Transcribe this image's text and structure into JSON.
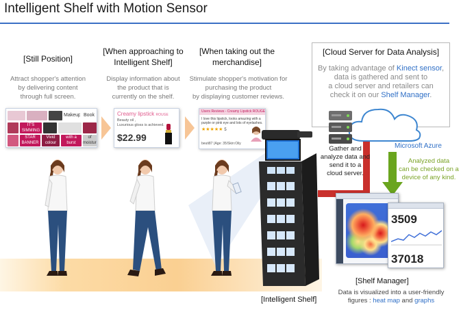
{
  "title": "Intelligent Shelf with Motion Sensor",
  "stages": [
    {
      "heading_lines": [
        "[Still Position]"
      ],
      "description_lines": [
        "Attract shopper's attention",
        "by delivering content",
        "through full screen."
      ]
    },
    {
      "heading_lines": [
        "[When approaching to",
        "Intelligent Shelf]"
      ],
      "description_lines": [
        "Display information about",
        "the product  that is",
        "currently on the shelf."
      ]
    },
    {
      "heading_lines": [
        "[When taking out the",
        "merchandise]"
      ],
      "description_lines": [
        "Stimulate shopper's motivation for",
        "purchasing the product",
        "by displaying customer reviews."
      ]
    }
  ],
  "screen1": {
    "tiles": [
      "IT'S SIMMING",
      "Makeup",
      "Book",
      "STAR BANNER",
      "with a burst",
      "Vivid colour",
      "of moisture"
    ]
  },
  "screen2": {
    "product": "Creamy lipstick",
    "brand": "ROUGE",
    "lines": [
      "Beauty oil ,",
      "Luxurious gloss is achieved."
    ],
    "price": "$22.99"
  },
  "screen3": {
    "header": "Users Reviews - Creamy Lipstick ROUGE",
    "lines": [
      "I love this lipstick, looks amazing with a",
      "purple or pink eye and lots of eyelashes."
    ],
    "stars": "★★★★★",
    "score": "5",
    "reviewer": "beuti87 (Age: 35/Skin:Oily"
  },
  "cloud": {
    "heading": "[Cloud Server for Data Analysis]",
    "line1_pre": "By taking advantage of ",
    "line1_link": "Kinect sensor",
    "line1_post": ",",
    "line2": "data is gathered and sent to",
    "line3": "a cloud server and retailers can",
    "line4_pre": "check it on our ",
    "line4_link": "Shelf Manager",
    "line4_post": "."
  },
  "gather_lines": [
    "Gather and",
    "analyze data and",
    "send it to a",
    "cloud server."
  ],
  "azure_label": "Microsoft Azure",
  "analyzed_lines": [
    "Analyzed data",
    "can be checked on a",
    "device of any kind."
  ],
  "dashboard": {
    "value1": "3509",
    "value2": "37018"
  },
  "shelf_manager_caption": "[Shelf  Manager]",
  "shelf_manager_desc1": "Data is visualized into a user-friendly",
  "shelf_manager_desc2_pre": "figures : ",
  "shelf_manager_link1": "heat map",
  "shelf_manager_and": " and ",
  "shelf_manager_link2": "graphs",
  "intelligent_shelf_caption": "[Intelligent Shelf]",
  "colors": {
    "accent_blue": "#2f6fc6",
    "arrow_red": "#c9302c",
    "arrow_green": "#6aa51e",
    "chevron_orange": "#f7c596",
    "azure_text_green": "#7aa326"
  }
}
